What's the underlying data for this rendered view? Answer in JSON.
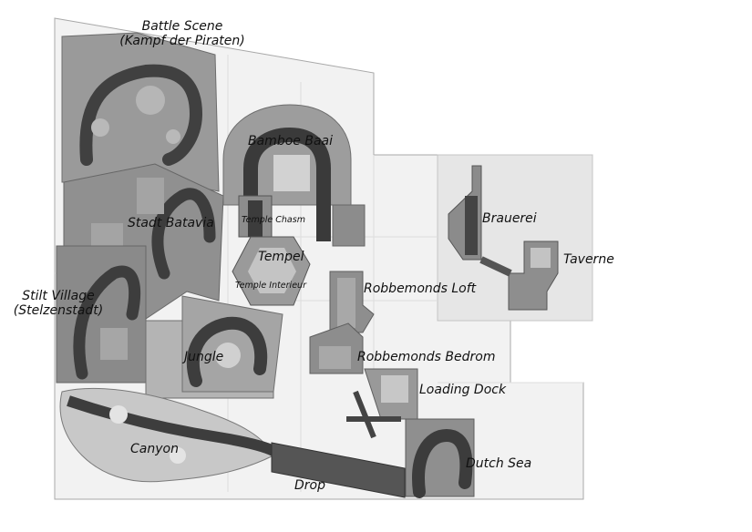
{
  "labels": {
    "battle_scene": [
      "Battle Scene",
      "(Kampf der Piraten)"
    ],
    "bamboe_baai": "Bamboe Baai",
    "temple_chasm": "Temple Chasm",
    "stadt_batavia": "Stadt Batavia",
    "tempel": "Tempel",
    "temple_interieur": "Temple Interieur",
    "brauerei": "Brauerei",
    "taverne": "Taverne",
    "robbemonds_loft": "Robbemonds Loft",
    "stilt_village": [
      "Stilt Village",
      "(Stelzenstadt)"
    ],
    "jungle": "Jungle",
    "robbemonds_bedrom": "Robbemonds Bedrom",
    "loading_dock": "Loading Dock",
    "canyon": "Canyon",
    "dutch_sea": "Dutch Sea",
    "drop": "Drop"
  },
  "colors": {
    "background": "#ffffff",
    "site_fill": "#f1f1f1",
    "site_outline": "#9a9a9a",
    "building_fill": "#8d8d8d",
    "building_dark": "#6a6a6a",
    "track_fill": "#3e3e3e",
    "scenery_light": "#bdbdbd",
    "label_text": "#111111"
  }
}
